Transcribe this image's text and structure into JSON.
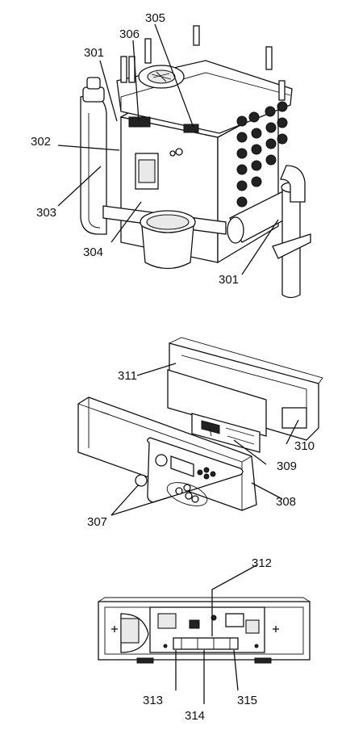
{
  "labels": {
    "l301a": "301",
    "l301b": "301",
    "l302": "302",
    "l303": "303",
    "l304": "304",
    "l305": "305",
    "l306": "306",
    "l307": "307",
    "l308": "308",
    "l309": "309",
    "l310": "310",
    "l311": "311",
    "l312": "312",
    "l313": "313",
    "l314": "314",
    "l315": "315"
  }
}
